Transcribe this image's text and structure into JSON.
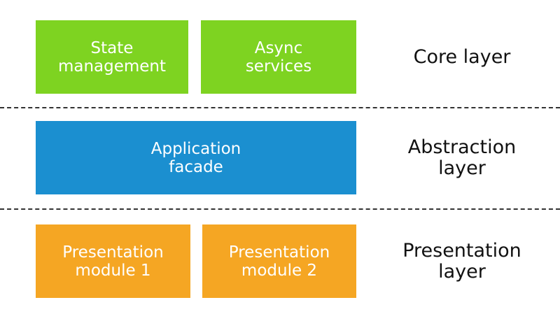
{
  "colors": {
    "core": "#7ed321",
    "abstraction": "#1b8fd0",
    "presentation": "#f5a623"
  },
  "core": {
    "boxes": [
      {
        "label": "State\nmanagement"
      },
      {
        "label": "Async\nservices"
      }
    ],
    "layer_label": "Core layer"
  },
  "abstraction": {
    "boxes": [
      {
        "label": "Application\nfacade"
      }
    ],
    "layer_label": "Abstraction\nlayer"
  },
  "presentation": {
    "boxes": [
      {
        "label": "Presentation\nmodule 1"
      },
      {
        "label": "Presentation\nmodule 2"
      }
    ],
    "layer_label": "Presentation\nlayer"
  }
}
